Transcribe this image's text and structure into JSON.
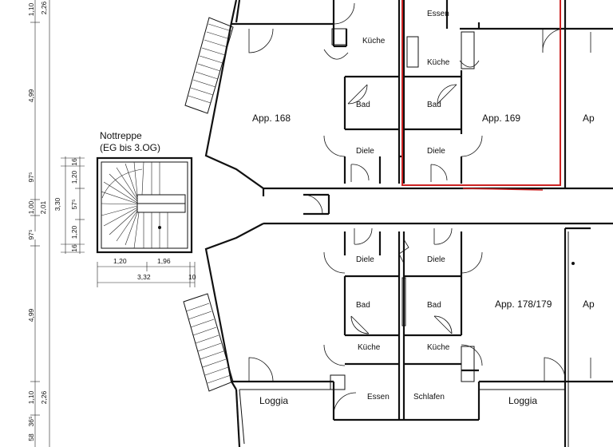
{
  "rooms": {
    "app168": "App. 168",
    "app169": "App. 169",
    "app178": "App. 178/179",
    "app_cut_top": "Ap",
    "app_cut_bottom": "Ap",
    "kueche_top_left": "Küche",
    "kueche_top_right": "Küche",
    "kueche_bottom_left": "Küche",
    "kueche_bottom_right": "Küche",
    "essen_top": "Essen",
    "essen_bottom": "Essen",
    "bad_top_left": "Bad",
    "bad_top_right": "Bad",
    "bad_bottom_left": "Bad",
    "bad_bottom_right": "Bad",
    "diele_top_left": "Diele",
    "diele_top_right": "Diele",
    "diele_bottom_left": "Diele",
    "diele_bottom_right": "Diele",
    "schlafen": "Schlafen",
    "loggia_left": "Loggia",
    "loggia_right": "Loggia",
    "nottreppe_line1": "Nottreppe",
    "nottreppe_line2": "(EG bis 3.OG)"
  },
  "dimensions": {
    "top_110": "1,10",
    "top_226": "2,26",
    "left_499_top": "4,99",
    "left_97_top": "97⁵",
    "left_100": "1,00",
    "left_201": "2,01",
    "left_330": "3,30",
    "left_97_bottom": "97⁵",
    "v_16_top": "16",
    "v_120_top": "1,20",
    "v_57": "57⁵",
    "v_120_bottom": "1,20",
    "v_16_bottom": "16",
    "h_120": "1,20",
    "h_196": "1,96",
    "h_332": "3,32",
    "h_10": "10",
    "left_499_bottom": "4,99",
    "bottom_110": "1,10",
    "bottom_226": "2,26",
    "bottom_36": "36⁵",
    "bottom_58": "58"
  },
  "highlight_color": "#cc2222"
}
